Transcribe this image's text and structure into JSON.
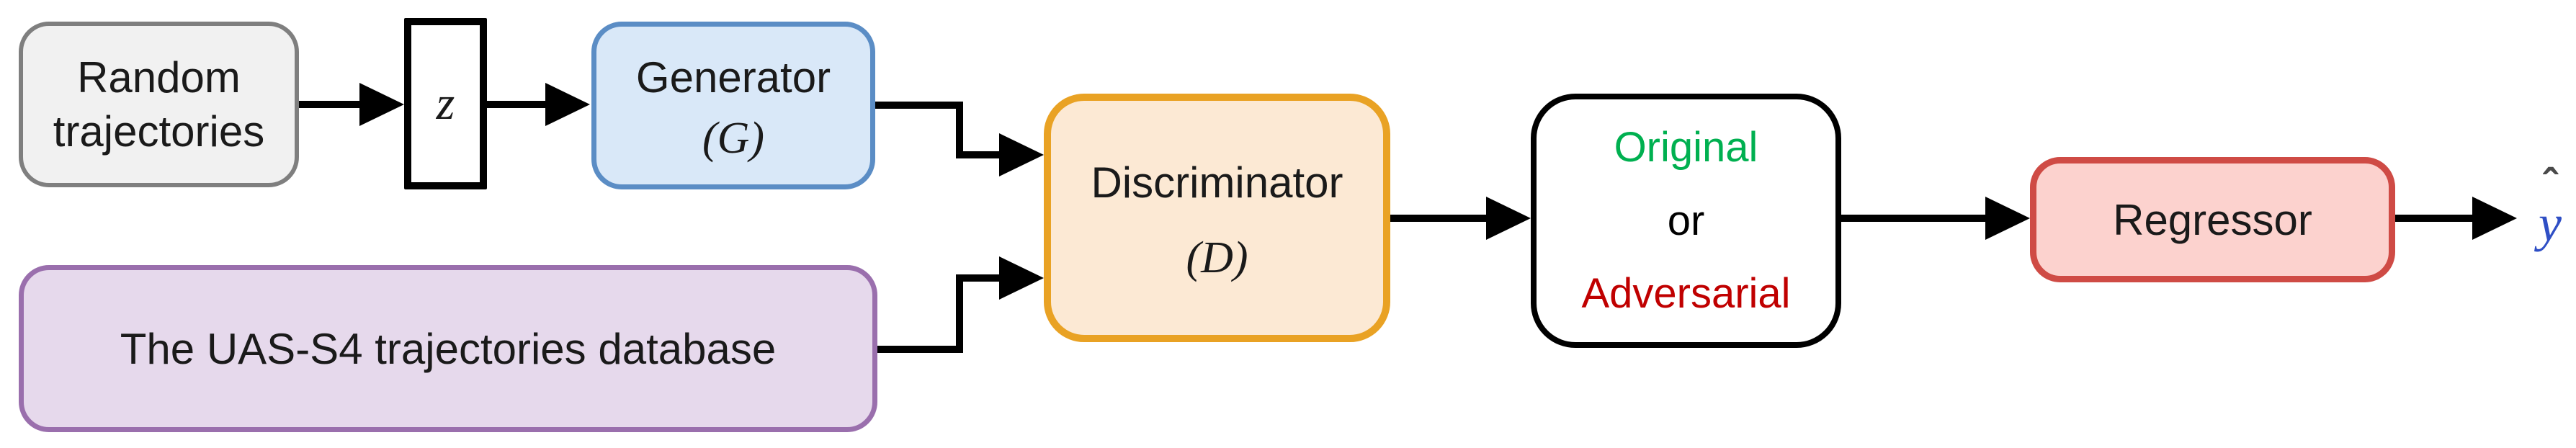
{
  "diagram": {
    "background": "#ffffff",
    "arrow_color": "#000000",
    "nodes": {
      "random": {
        "label": "Random trajectories",
        "fill": "#f1f1f1",
        "border": "#7f7f7f",
        "text_color": "#1a1a1a"
      },
      "z": {
        "label": "z",
        "fill": "#ffffff",
        "border": "#000000",
        "text_color": "#1a1a1a"
      },
      "generator": {
        "label": "Generator",
        "sublabel": "(G)",
        "fill": "#d9e8f8",
        "border": "#5b8dc5",
        "text_color": "#1a1a1a"
      },
      "database": {
        "label": "The UAS-S4 trajectories database",
        "fill": "#e6d9ec",
        "border": "#9a6fad",
        "text_color": "#1a1a1a"
      },
      "discriminator": {
        "label": "Discriminator",
        "sublabel": "(D)",
        "fill": "#fce9d4",
        "border": "#e9a224",
        "text_color": "#1a1a1a"
      },
      "decision": {
        "line1": "Original",
        "line2": "or",
        "line3": "Adversarial",
        "line1_color": "#00b050",
        "line2_color": "#000000",
        "line3_color": "#c00000",
        "fill": "#ffffff",
        "border": "#000000"
      },
      "regressor": {
        "label": "Regressor",
        "fill": "#fcd2ce",
        "border": "#cf4b45",
        "text_color": "#1a1a1a"
      },
      "output": {
        "hat": "ˆ",
        "symbol": "y",
        "hat_color": "#4a4a4a",
        "symbol_color": "#2f4fc5"
      }
    },
    "edges": [
      {
        "from": "Random trajectories",
        "to": "z"
      },
      {
        "from": "z",
        "to": "Generator (G)"
      },
      {
        "from": "Generator (G)",
        "to": "Discriminator (D)"
      },
      {
        "from": "The UAS-S4 trajectories database",
        "to": "Discriminator (D)"
      },
      {
        "from": "Discriminator (D)",
        "to": "Original or Adversarial"
      },
      {
        "from": "Original or Adversarial",
        "to": "Regressor"
      },
      {
        "from": "Regressor",
        "to": "ŷ"
      }
    ]
  }
}
